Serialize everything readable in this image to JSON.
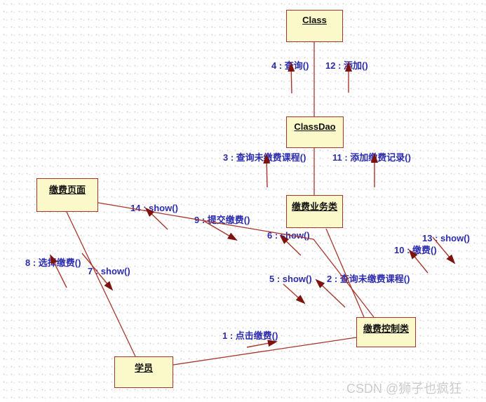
{
  "diagram": {
    "type": "uml-collaboration-diagram",
    "nodes": [
      {
        "id": "class",
        "label": "Class"
      },
      {
        "id": "classdao",
        "label": "ClassDao"
      },
      {
        "id": "payment-business",
        "label": "缴费业务类"
      },
      {
        "id": "payment-page",
        "label": "缴费页面"
      },
      {
        "id": "payment-control",
        "label": "缴费控制类"
      },
      {
        "id": "student",
        "label": "学员"
      }
    ],
    "messages": [
      {
        "seq": 1,
        "label": "1 : 点击缴费()"
      },
      {
        "seq": 2,
        "label": "2 : 查询未缴费课程()"
      },
      {
        "seq": 3,
        "label": "3 : 查询未缴费课程()"
      },
      {
        "seq": 4,
        "label": "4 : 查询()"
      },
      {
        "seq": 5,
        "label": "5 : show()"
      },
      {
        "seq": 6,
        "label": "6 : show()"
      },
      {
        "seq": 7,
        "label": "7 : show()"
      },
      {
        "seq": 8,
        "label": "8 : 选择缴费()"
      },
      {
        "seq": 9,
        "label": "9 : 提交缴费()"
      },
      {
        "seq": 10,
        "label": "10 : 缴费()"
      },
      {
        "seq": 11,
        "label": "11 : 添加缴费记录()"
      },
      {
        "seq": 12,
        "label": "12 : 添加()"
      },
      {
        "seq": 13,
        "label": "13 : show()"
      },
      {
        "seq": 14,
        "label": "14 : show()"
      }
    ],
    "links": [
      {
        "from": "class",
        "to": "classdao"
      },
      {
        "from": "classdao",
        "to": "payment-business"
      },
      {
        "from": "payment-page",
        "to": "payment-control"
      },
      {
        "from": "payment-business",
        "to": "payment-control"
      },
      {
        "from": "payment-page",
        "to": "student"
      },
      {
        "from": "student",
        "to": "payment-control"
      }
    ],
    "colors": {
      "node_fill": "#FBF8C9",
      "node_border": "#A8352B",
      "link_color": "#A8352B",
      "arrowhead": "#7E120C",
      "label_color": "#2B2BAD",
      "watermark": "#CBCBCB"
    }
  },
  "watermark": {
    "text": "CSDN @狮子也疯狂"
  }
}
